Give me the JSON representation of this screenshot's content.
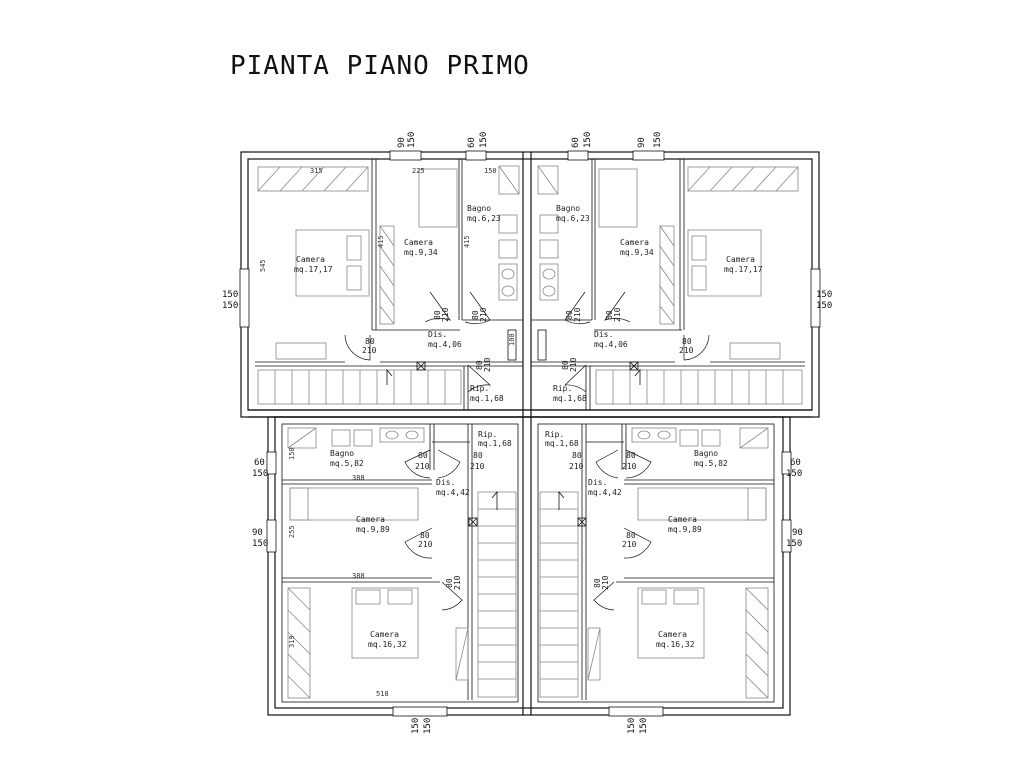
{
  "title": "PIANTA PIANO PRIMO",
  "rooms": {
    "tl_camera": {
      "name": "Camera",
      "area": "mq.17,17"
    },
    "tl_camera2": {
      "name": "Camera",
      "area": "mq.9,34"
    },
    "tl_bagno": {
      "name": "Bagno",
      "area": "mq.6,23"
    },
    "tl_dis": {
      "name": "Dis.",
      "area": "mq.4,06"
    },
    "tl_rip": {
      "name": "Rip.",
      "area": "mq.1,68"
    },
    "tr_camera": {
      "name": "Camera",
      "area": "mq.17,17"
    },
    "tr_camera2": {
      "name": "Camera",
      "area": "mq.9,34"
    },
    "tr_bagno": {
      "name": "Bagno",
      "area": "mq.6,23"
    },
    "tr_dis": {
      "name": "Dis.",
      "area": "mq.4,06"
    },
    "tr_rip": {
      "name": "Rip.",
      "area": "mq.1,68"
    },
    "bl_bagno": {
      "name": "Bagno",
      "area": "mq.5,82"
    },
    "bl_rip": {
      "name": "Rip.",
      "area": "mq.1,68"
    },
    "bl_dis": {
      "name": "Dis.",
      "area": "mq.4,42"
    },
    "bl_camera_mid": {
      "name": "Camera",
      "area": "mq.9,89"
    },
    "bl_camera_big": {
      "name": "Camera",
      "area": "mq.16,32"
    },
    "br_bagno": {
      "name": "Bagno",
      "area": "mq.5,82"
    },
    "br_rip": {
      "name": "Rip.",
      "area": "mq.1,68"
    },
    "br_dis": {
      "name": "Dis.",
      "area": "mq.4,42"
    },
    "br_camera_mid": {
      "name": "Camera",
      "area": "mq.9,89"
    },
    "br_camera_big": {
      "name": "Camera",
      "area": "mq.16,32"
    }
  },
  "door": {
    "w": "80",
    "h": "210"
  },
  "windows": {
    "w90": "90",
    "w150": "150",
    "w60": "60"
  },
  "dims": {
    "d315": "315",
    "d225": "225",
    "d150": "150",
    "d545": "545",
    "d415": "415",
    "d100": "100",
    "d388": "388",
    "d255": "255",
    "d319": "319",
    "d518": "518",
    "d150b": "150"
  }
}
